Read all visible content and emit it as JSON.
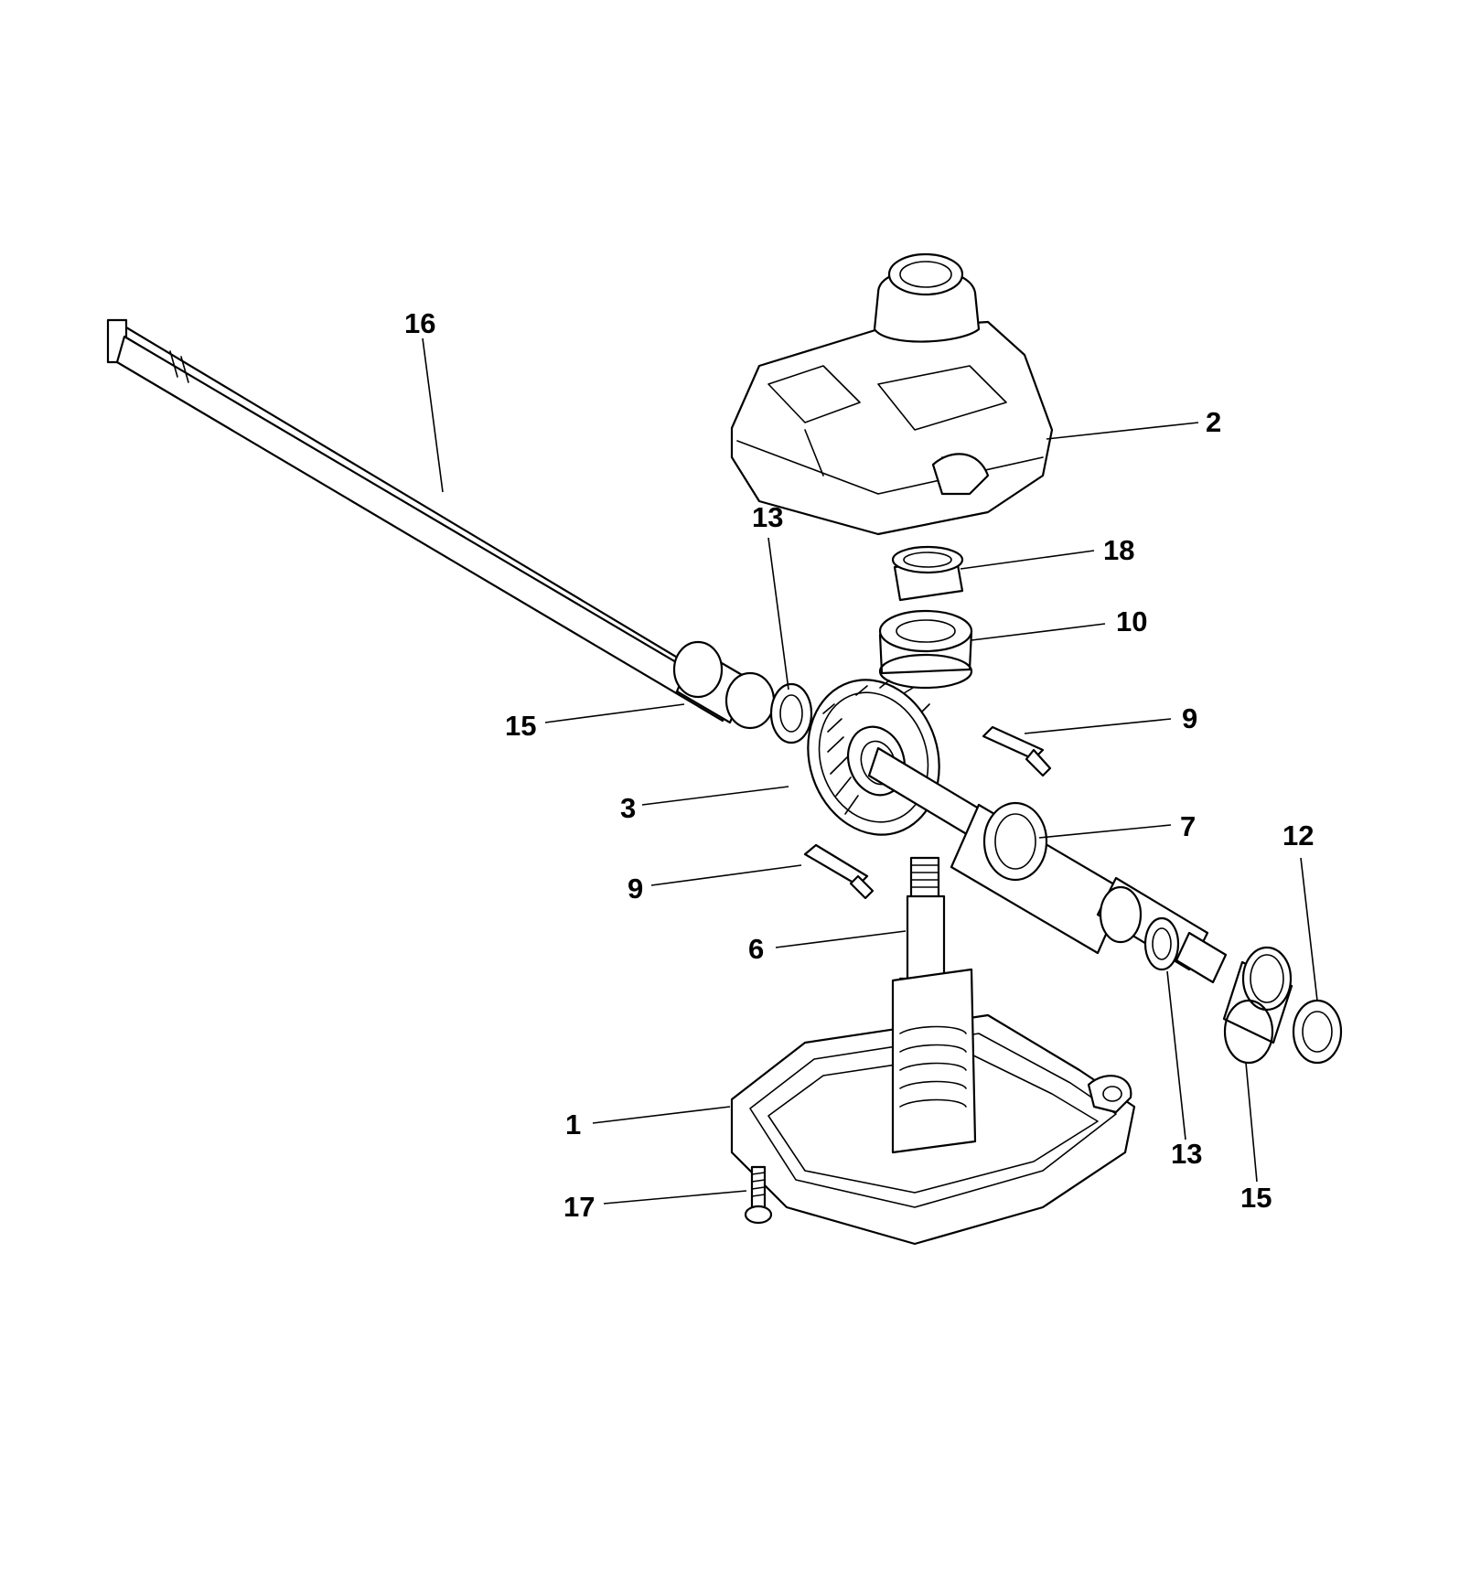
{
  "callouts": [
    {
      "id": "c16",
      "label": "16"
    },
    {
      "id": "c2",
      "label": "2"
    },
    {
      "id": "c13a",
      "label": "13"
    },
    {
      "id": "c18",
      "label": "18"
    },
    {
      "id": "c10",
      "label": "10"
    },
    {
      "id": "c15a",
      "label": "15"
    },
    {
      "id": "c9a",
      "label": "9"
    },
    {
      "id": "c3",
      "label": "3"
    },
    {
      "id": "c7",
      "label": "7"
    },
    {
      "id": "c12",
      "label": "12"
    },
    {
      "id": "c9b",
      "label": "9"
    },
    {
      "id": "c6",
      "label": "6"
    },
    {
      "id": "c1",
      "label": "1"
    },
    {
      "id": "c13b",
      "label": "13"
    },
    {
      "id": "c15b",
      "label": "15"
    },
    {
      "id": "c17",
      "label": "17"
    }
  ]
}
